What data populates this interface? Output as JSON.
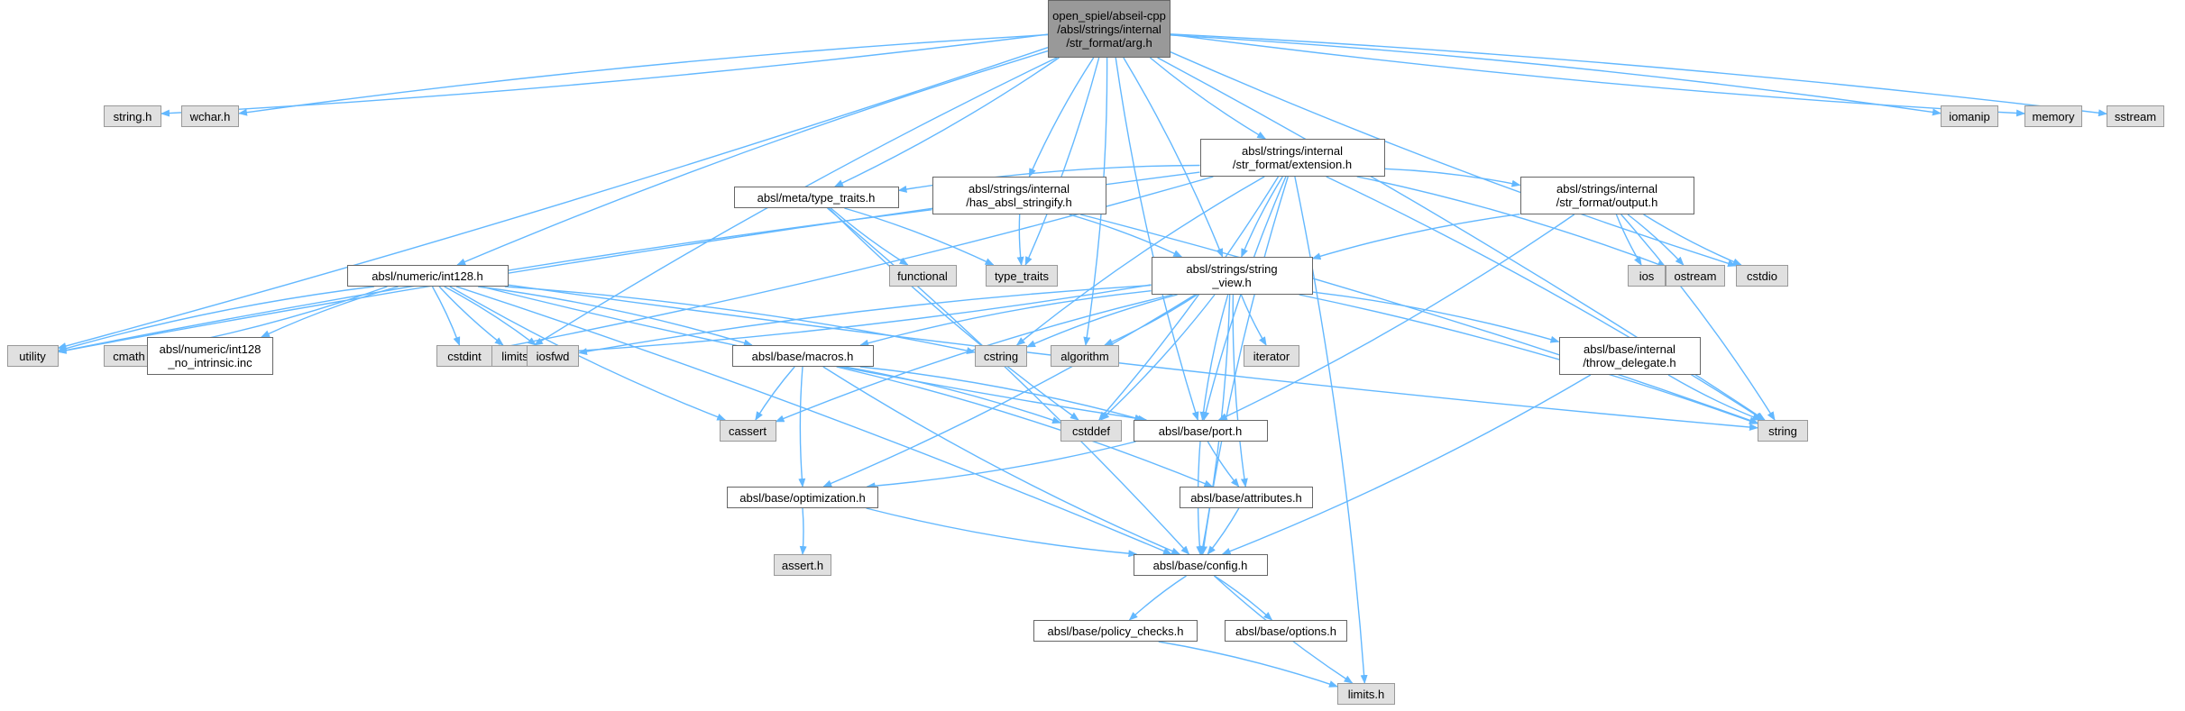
{
  "diagram": {
    "colors": {
      "edge": "#63b8ff",
      "root_fill": "#999999",
      "std_fill": "#e0e0e0",
      "header_fill": "#ffffff",
      "border": "#666666"
    },
    "nodes": {
      "root": {
        "lines": [
          "open_spiel/abseil-cpp",
          "/absl/strings/internal",
          "/str_format/arg.h"
        ],
        "kind": "root"
      },
      "string_h": {
        "lines": [
          "string.h"
        ],
        "kind": "std"
      },
      "wchar_h": {
        "lines": [
          "wchar.h"
        ],
        "kind": "std"
      },
      "iomanip": {
        "lines": [
          "iomanip"
        ],
        "kind": "std"
      },
      "memory": {
        "lines": [
          "memory"
        ],
        "kind": "std"
      },
      "sstream": {
        "lines": [
          "sstream"
        ],
        "kind": "std"
      },
      "extension_h": {
        "lines": [
          "absl/strings/internal",
          "/str_format/extension.h"
        ],
        "kind": "header"
      },
      "type_traits_h": {
        "lines": [
          "absl/meta/type_traits.h"
        ],
        "kind": "header"
      },
      "has_stringify_h": {
        "lines": [
          "absl/strings/internal",
          "/has_absl_stringify.h"
        ],
        "kind": "header"
      },
      "output_h": {
        "lines": [
          "absl/strings/internal",
          "/str_format/output.h"
        ],
        "kind": "header"
      },
      "functional": {
        "lines": [
          "functional"
        ],
        "kind": "std"
      },
      "type_traits": {
        "lines": [
          "type_traits"
        ],
        "kind": "std"
      },
      "string_view_h": {
        "lines": [
          "absl/strings/string",
          "_view.h"
        ],
        "kind": "header"
      },
      "ios": {
        "lines": [
          "ios"
        ],
        "kind": "std"
      },
      "ostream": {
        "lines": [
          "ostream"
        ],
        "kind": "std"
      },
      "cstdio": {
        "lines": [
          "cstdio"
        ],
        "kind": "std"
      },
      "int128_h": {
        "lines": [
          "absl/numeric/int128.h"
        ],
        "kind": "header"
      },
      "utility": {
        "lines": [
          "utility"
        ],
        "kind": "std"
      },
      "cmath": {
        "lines": [
          "cmath"
        ],
        "kind": "std"
      },
      "int128_inc": {
        "lines": [
          "absl/numeric/int128",
          "_no_intrinsic.inc"
        ],
        "kind": "header"
      },
      "cstdint": {
        "lines": [
          "cstdint"
        ],
        "kind": "std"
      },
      "limits": {
        "lines": [
          "limits"
        ],
        "kind": "std"
      },
      "iosfwd": {
        "lines": [
          "iosfwd"
        ],
        "kind": "std"
      },
      "macros_h": {
        "lines": [
          "absl/base/macros.h"
        ],
        "kind": "header"
      },
      "cstring": {
        "lines": [
          "cstring"
        ],
        "kind": "std"
      },
      "algorithm": {
        "lines": [
          "algorithm"
        ],
        "kind": "std"
      },
      "iterator": {
        "lines": [
          "iterator"
        ],
        "kind": "std"
      },
      "throw_delegate_h": {
        "lines": [
          "absl/base/internal",
          "/throw_delegate.h"
        ],
        "kind": "header"
      },
      "cassert": {
        "lines": [
          "cassert"
        ],
        "kind": "std"
      },
      "cstddef": {
        "lines": [
          "cstddef"
        ],
        "kind": "std"
      },
      "port_h": {
        "lines": [
          "absl/base/port.h"
        ],
        "kind": "header"
      },
      "string": {
        "lines": [
          "string"
        ],
        "kind": "std"
      },
      "optimization_h": {
        "lines": [
          "absl/base/optimization.h"
        ],
        "kind": "header"
      },
      "attributes_h": {
        "lines": [
          "absl/base/attributes.h"
        ],
        "kind": "header"
      },
      "assert_h": {
        "lines": [
          "assert.h"
        ],
        "kind": "std"
      },
      "config_h": {
        "lines": [
          "absl/base/config.h"
        ],
        "kind": "header"
      },
      "policy_checks_h": {
        "lines": [
          "absl/base/policy_checks.h"
        ],
        "kind": "header"
      },
      "options_h": {
        "lines": [
          "absl/base/options.h"
        ],
        "kind": "header"
      },
      "limits_h": {
        "lines": [
          "limits.h"
        ],
        "kind": "std"
      }
    },
    "edges": [
      [
        "root",
        "string_h"
      ],
      [
        "root",
        "wchar_h"
      ],
      [
        "root",
        "iomanip"
      ],
      [
        "root",
        "memory"
      ],
      [
        "root",
        "sstream"
      ],
      [
        "root",
        "extension_h"
      ],
      [
        "root",
        "type_traits_h"
      ],
      [
        "root",
        "has_stringify_h"
      ],
      [
        "root",
        "string_view_h"
      ],
      [
        "root",
        "int128_h"
      ],
      [
        "root",
        "utility"
      ],
      [
        "root",
        "limits"
      ],
      [
        "root",
        "algorithm"
      ],
      [
        "root",
        "port_h"
      ],
      [
        "root",
        "type_traits"
      ],
      [
        "root",
        "cstdio"
      ],
      [
        "root",
        "string"
      ],
      [
        "extension_h",
        "type_traits_h"
      ],
      [
        "extension_h",
        "output_h"
      ],
      [
        "extension_h",
        "string_view_h"
      ],
      [
        "extension_h",
        "cstdint"
      ],
      [
        "extension_h",
        "cstring"
      ],
      [
        "extension_h",
        "cstddef"
      ],
      [
        "extension_h",
        "port_h"
      ],
      [
        "extension_h",
        "ostream"
      ],
      [
        "extension_h",
        "config_h"
      ],
      [
        "extension_h",
        "limits_h"
      ],
      [
        "extension_h",
        "utility"
      ],
      [
        "extension_h",
        "string"
      ],
      [
        "type_traits_h",
        "functional"
      ],
      [
        "type_traits_h",
        "type_traits"
      ],
      [
        "type_traits_h",
        "cstddef"
      ],
      [
        "type_traits_h",
        "config_h"
      ],
      [
        "has_stringify_h",
        "type_traits"
      ],
      [
        "has_stringify_h",
        "string_view_h"
      ],
      [
        "has_stringify_h",
        "utility"
      ],
      [
        "has_stringify_h",
        "string"
      ],
      [
        "output_h",
        "ios"
      ],
      [
        "output_h",
        "ostream"
      ],
      [
        "output_h",
        "cstdio"
      ],
      [
        "output_h",
        "string"
      ],
      [
        "output_h",
        "string_view_h"
      ],
      [
        "output_h",
        "port_h"
      ],
      [
        "string_view_h",
        "iosfwd"
      ],
      [
        "string_view_h",
        "limits"
      ],
      [
        "string_view_h",
        "cstring"
      ],
      [
        "string_view_h",
        "algorithm"
      ],
      [
        "string_view_h",
        "iterator"
      ],
      [
        "string_view_h",
        "cstddef"
      ],
      [
        "string_view_h",
        "cassert"
      ],
      [
        "string_view_h",
        "string"
      ],
      [
        "string_view_h",
        "macros_h"
      ],
      [
        "string_view_h",
        "throw_delegate_h"
      ],
      [
        "string_view_h",
        "port_h"
      ],
      [
        "string_view_h",
        "optimization_h"
      ],
      [
        "string_view_h",
        "attributes_h"
      ],
      [
        "string_view_h",
        "config_h"
      ],
      [
        "int128_h",
        "utility"
      ],
      [
        "int128_h",
        "cmath"
      ],
      [
        "int128_h",
        "int128_inc"
      ],
      [
        "int128_h",
        "cstdint"
      ],
      [
        "int128_h",
        "limits"
      ],
      [
        "int128_h",
        "iosfwd"
      ],
      [
        "int128_h",
        "cassert"
      ],
      [
        "int128_h",
        "cstring"
      ],
      [
        "int128_h",
        "string"
      ],
      [
        "int128_h",
        "macros_h"
      ],
      [
        "int128_h",
        "port_h"
      ],
      [
        "int128_h",
        "config_h"
      ],
      [
        "macros_h",
        "cassert"
      ],
      [
        "macros_h",
        "cstddef"
      ],
      [
        "macros_h",
        "optimization_h"
      ],
      [
        "macros_h",
        "attributes_h"
      ],
      [
        "macros_h",
        "config_h"
      ],
      [
        "macros_h",
        "port_h"
      ],
      [
        "throw_delegate_h",
        "string"
      ],
      [
        "throw_delegate_h",
        "config_h"
      ],
      [
        "port_h",
        "attributes_h"
      ],
      [
        "port_h",
        "optimization_h"
      ],
      [
        "port_h",
        "config_h"
      ],
      [
        "optimization_h",
        "assert_h"
      ],
      [
        "optimization_h",
        "config_h"
      ],
      [
        "attributes_h",
        "config_h"
      ],
      [
        "config_h",
        "policy_checks_h"
      ],
      [
        "config_h",
        "options_h"
      ],
      [
        "config_h",
        "limits_h"
      ],
      [
        "policy_checks_h",
        "limits_h"
      ]
    ]
  }
}
